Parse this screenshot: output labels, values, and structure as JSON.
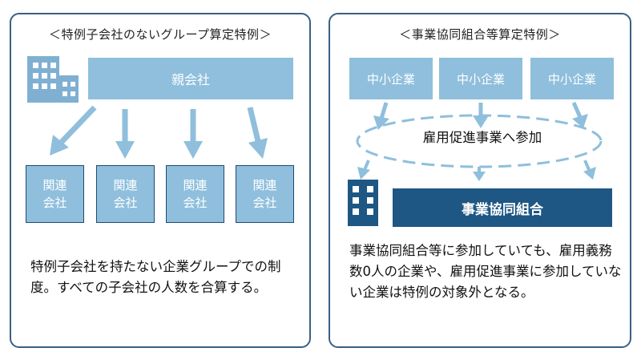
{
  "left": {
    "title": "＜特例子会社のないグループ算定特例＞",
    "parent": "親会社",
    "related": [
      "関連\n会社",
      "関連\n会社",
      "関連\n会社",
      "関連\n会社"
    ],
    "description": "特例子会社を持たない企業グループでの制度。すべての子会社の人数を合算する。"
  },
  "right": {
    "title": "＜事業協同組合等算定特例＞",
    "smes": [
      "中小企業",
      "中小企業",
      "中小企業"
    ],
    "ellipse_label": "雇用促進事業へ参加",
    "cooperative": "事業協同組合",
    "description": "事業協同組合等に参加していても、雇用義務数0人の企業や、雇用促進事業に参加していない企業は特例の対象外となる。"
  },
  "colors": {
    "light": "#8fbfdc",
    "dark": "#1e5783",
    "border": "#3a5f82",
    "arrow": "#8fbfdc"
  }
}
